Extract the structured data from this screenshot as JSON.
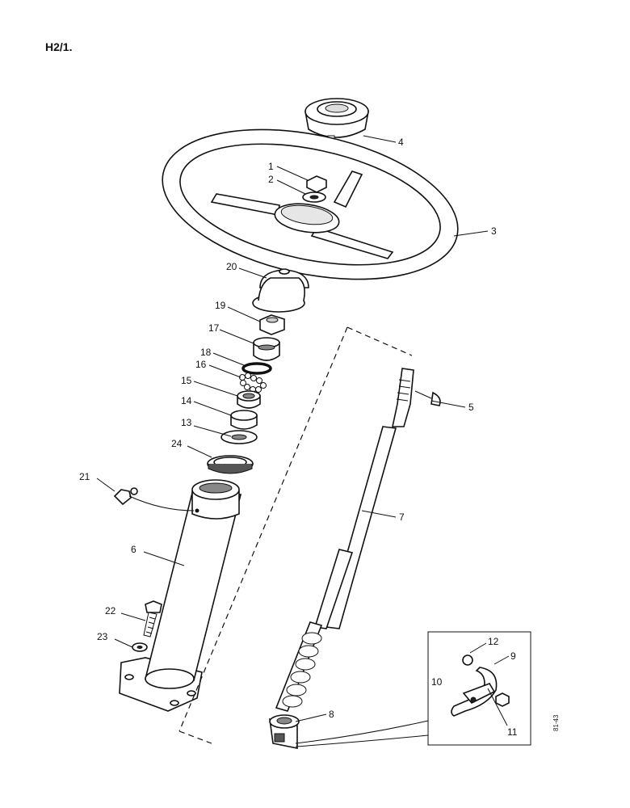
{
  "header": {
    "title": "H2/1."
  },
  "reference_code": "81-43",
  "callouts": {
    "p1": "1",
    "p2": "2",
    "p3": "3",
    "p4": "4",
    "p5": "5",
    "p6": "6",
    "p7": "7",
    "p8": "8",
    "p9": "9",
    "p10": "10",
    "p11": "11",
    "p12": "12",
    "p13": "13",
    "p14": "14",
    "p15": "15",
    "p16": "16",
    "p17": "17",
    "p18": "18",
    "p19": "19",
    "p20": "20",
    "p21": "21",
    "p22": "22",
    "p23": "23",
    "p24": "24"
  }
}
